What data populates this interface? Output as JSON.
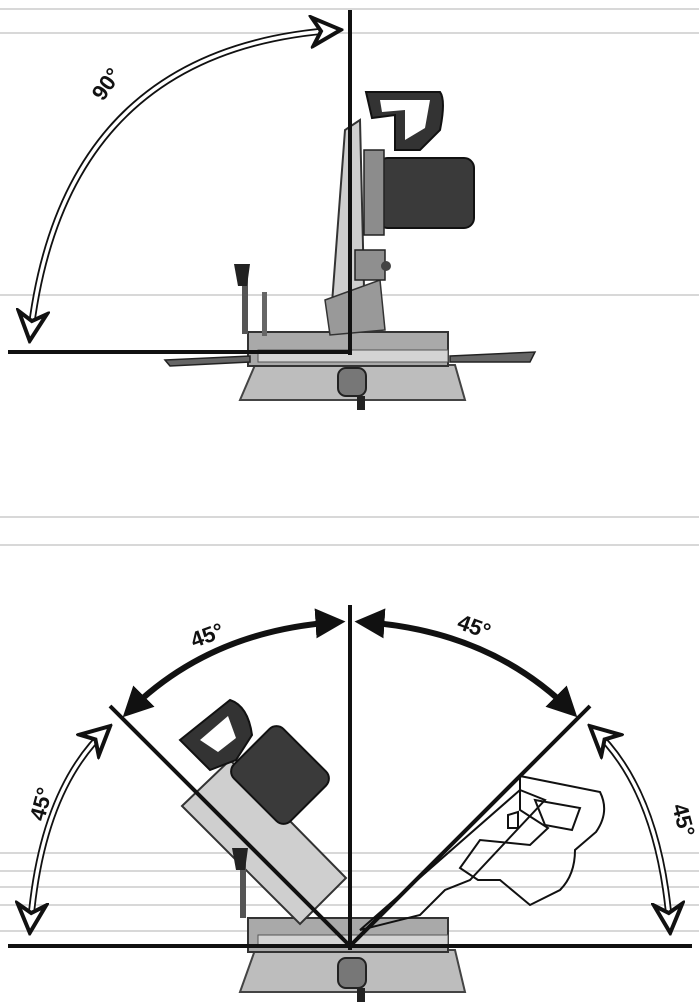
{
  "figure": {
    "top_panel": {
      "angle_label": "90°"
    },
    "bottom_panel": {
      "left_bevel_label": "45°",
      "right_bevel_label": "45°",
      "left_outer_label": "45°",
      "right_outer_label": "45°"
    }
  },
  "colors": {
    "line": "#111111",
    "saw_gray": "#9a9a9a",
    "saw_dark": "#333333",
    "background": "#ffffff",
    "stripe": "#d8d8d8"
  }
}
